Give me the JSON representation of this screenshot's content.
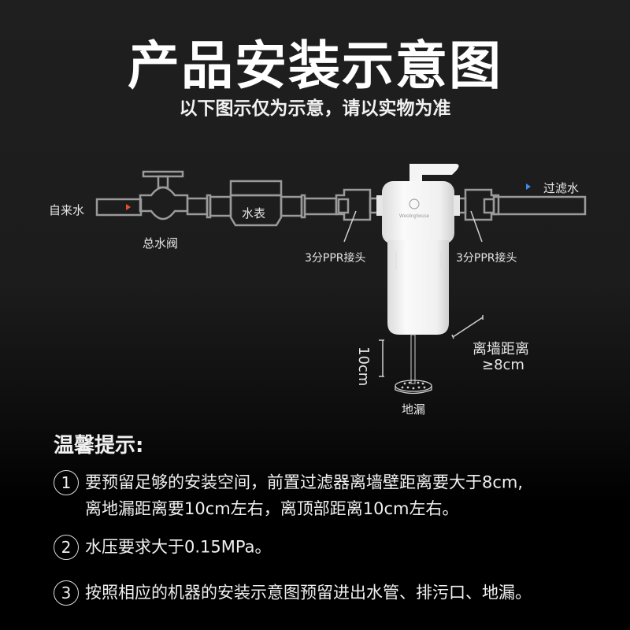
{
  "header": {
    "title": "产品安装示意图",
    "subtitle": "以下图示仅为示意，请以实物为准"
  },
  "diagram": {
    "inlet_label": "自来水",
    "main_valve_label": "总水阀",
    "water_meter_label": "水表",
    "left_connector_label": "3分PPR接头",
    "right_connector_label": "3分PPR接头",
    "outlet_label": "过滤水",
    "brand_text": "Westinghouse",
    "drain_distance_label": "10cm",
    "floor_drain_label": "地漏",
    "wall_distance_line1": "离墙距离",
    "wall_distance_line2": "≥8cm",
    "colors": {
      "inlet_arrow": "#e8502a",
      "outlet_arrow": "#3f8be8",
      "pipe_stroke": "#9a9a9a",
      "filter_body": "#f2f2f2"
    }
  },
  "tips": {
    "title": "温馨提示:",
    "items": [
      {
        "num": "1",
        "line1": "要预留足够的安装空间，前置过滤器离墙壁距离要大于8cm,",
        "line2": "离地漏距离要10cm左右，离顶部距离10cm左右。"
      },
      {
        "num": "2",
        "line1": "水压要求大于0.15MPa。"
      },
      {
        "num": "3",
        "line1": "按照相应的机器的安装示意图预留进出水管、排污口、地漏。"
      }
    ]
  }
}
